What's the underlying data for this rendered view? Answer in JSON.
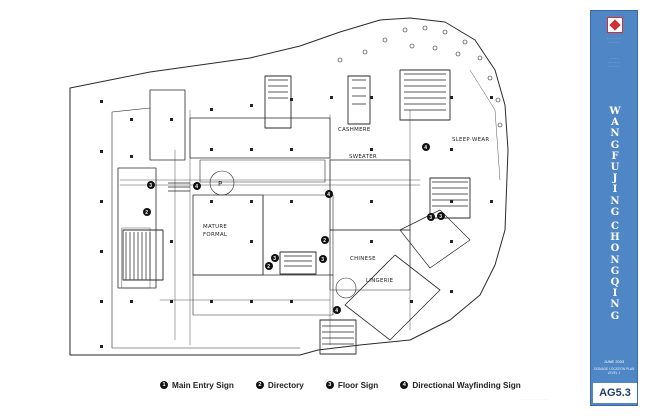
{
  "plan": {
    "room_labels": {
      "cashmere": "CASHMERE",
      "sleepwear": "SLEEP·WEAR",
      "sweater": "SWEATER",
      "mature_formal_line1": "MATURE",
      "mature_formal_line2": "FORMAL",
      "chinese": "CHINESE",
      "lingerie": "LINGERIE",
      "p": "P"
    },
    "markers": [
      "4",
      "3",
      "4",
      "2",
      "3",
      "3",
      "4",
      "2",
      "3",
      "3",
      "2",
      "4"
    ]
  },
  "legend": {
    "items": [
      {
        "num": "1",
        "label": "Main Entry Sign"
      },
      {
        "num": "2",
        "label": "Directory"
      },
      {
        "num": "3",
        "label": "Floor Sign"
      },
      {
        "num": "4",
        "label": "Directional Wayfinding Sign"
      }
    ]
  },
  "title_block": {
    "project_name": [
      "W",
      "A",
      "N",
      "G",
      "F",
      "U",
      "J",
      "I",
      "N",
      "G",
      "C",
      "H",
      "O",
      "N",
      "G",
      "Q",
      "I",
      "N",
      "G"
    ],
    "date": "JUNE 2003",
    "sheet_description": "SIGNAGE LOCATION PLAN LEVEL 1",
    "sheet_number": "AG5.3"
  },
  "colors": {
    "title_block": "#4f86c6",
    "ink": "#222222"
  }
}
